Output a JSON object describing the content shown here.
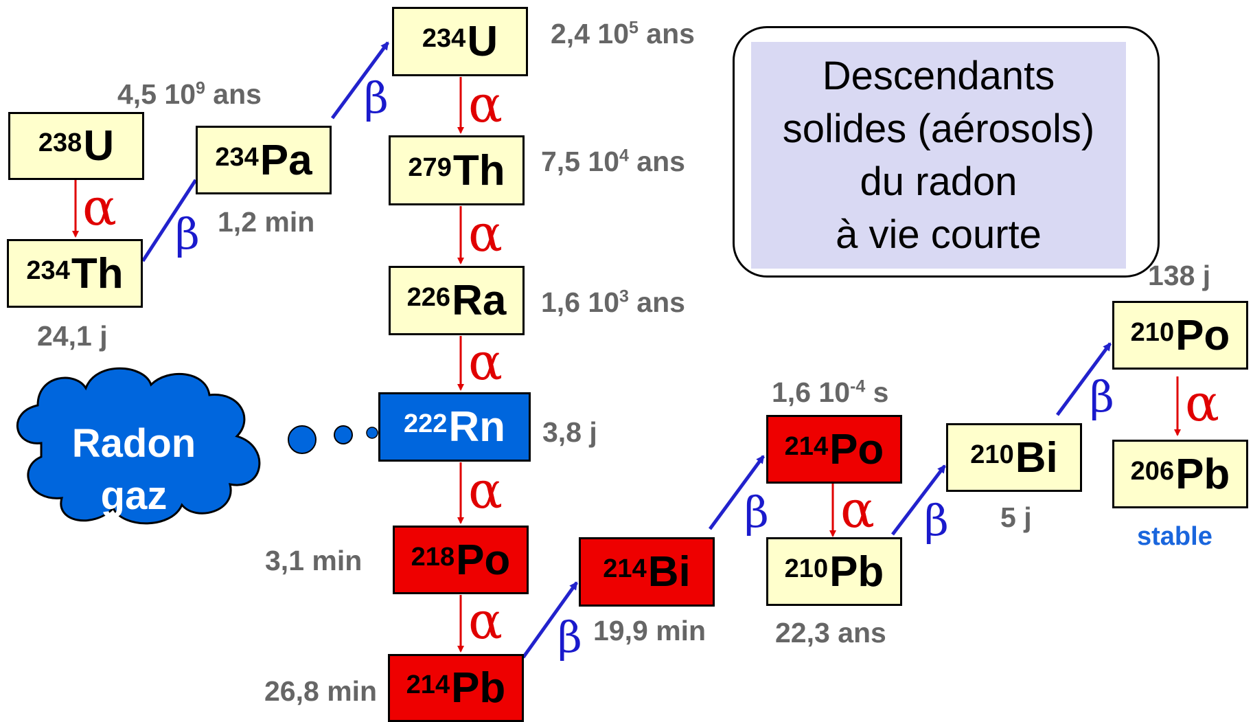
{
  "nuclides": {
    "u238": {
      "mass": "238",
      "symbol": "U"
    },
    "th234": {
      "mass": "234",
      "symbol": "Th"
    },
    "pa234": {
      "mass": "234",
      "symbol": "Pa"
    },
    "u234": {
      "mass": "234",
      "symbol": "U"
    },
    "th279": {
      "mass": "279",
      "symbol": "Th"
    },
    "ra226": {
      "mass": "226",
      "symbol": "Ra"
    },
    "rn222": {
      "mass": "222",
      "symbol": "Rn"
    },
    "po218": {
      "mass": "218",
      "symbol": "Po"
    },
    "pb214": {
      "mass": "214",
      "symbol": "Pb"
    },
    "bi214": {
      "mass": "214",
      "symbol": "Bi"
    },
    "po214": {
      "mass": "214",
      "symbol": "Po"
    },
    "pb210": {
      "mass": "210",
      "symbol": "Pb"
    },
    "bi210": {
      "mass": "210",
      "symbol": "Bi"
    },
    "po210": {
      "mass": "210",
      "symbol": "Po"
    },
    "pb206": {
      "mass": "206",
      "symbol": "Pb"
    }
  },
  "half_lives": {
    "u238": {
      "base": "4,5 10",
      "exp": "9",
      "unit": " ans"
    },
    "th234": {
      "text": "24,1 j"
    },
    "pa234": {
      "text": "1,2 min"
    },
    "u234": {
      "base": "2,4 10",
      "exp": "5",
      "unit": " ans"
    },
    "th279": {
      "base": "7,5 10",
      "exp": "4",
      "unit": " ans"
    },
    "ra226": {
      "base": "1,6 10",
      "exp": "3",
      "unit": " ans"
    },
    "rn222": {
      "text": "3,8 j"
    },
    "po218": {
      "text": "3,1 min"
    },
    "pb214": {
      "text": "26,8 min"
    },
    "bi214": {
      "text": "19,9 min"
    },
    "po214": {
      "base": "1,6 10",
      "exp": "-4",
      "unit": " s"
    },
    "pb210": {
      "text": "22,3 ans"
    },
    "bi210": {
      "text": "5 j"
    },
    "po210": {
      "text": "138 j"
    },
    "pb206": {
      "text": "stable"
    }
  },
  "decay_symbols": {
    "alpha": "α",
    "beta": "β"
  },
  "callout": {
    "lines": [
      "Descendants",
      "solides (aérosols)",
      "du radon",
      "à vie courte"
    ]
  },
  "cloud": {
    "lines": [
      "Radon",
      "gaz"
    ]
  },
  "colors": {
    "box_fill": "#ffffcc",
    "short_lived_fill": "#ee0000",
    "radon_fill": "#0066dd",
    "alpha": "#e00000",
    "beta": "#1a1acc",
    "half_life_text": "#666666",
    "callout_fill": "#d9d9f3"
  }
}
